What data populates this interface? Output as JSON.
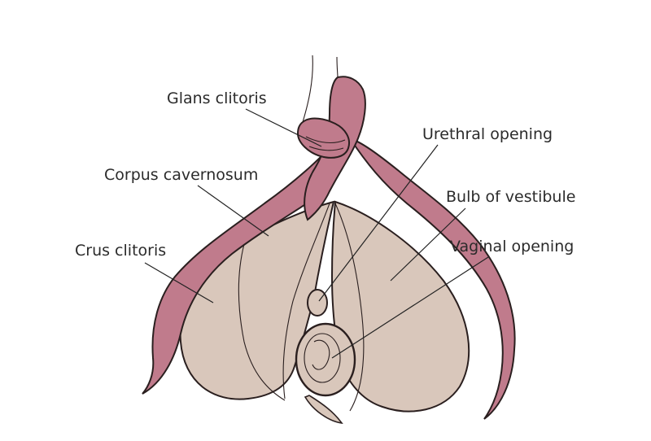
{
  "colors": {
    "erectile_tissue": "#c07b8c",
    "bulb": "#d9c7bb",
    "outline": "#2a1f1f",
    "label_text": "#2b2b2b",
    "background": "#ffffff"
  },
  "labels": {
    "glans": "Glans clitoris",
    "corpus": "Corpus cavernosum",
    "crus": "Crus clitoris",
    "urethral": "Urethral opening",
    "bulb": "Bulb of vestibule",
    "vaginal": "Vaginal opening"
  }
}
